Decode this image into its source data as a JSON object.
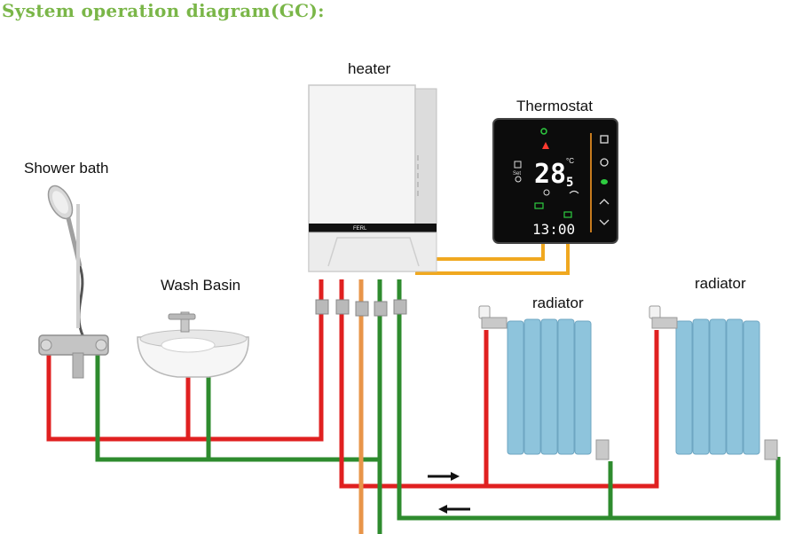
{
  "title": "System operation diagram(GC):",
  "labels": {
    "heater": "heater",
    "thermostat": "Thermostat",
    "shower": "Shower bath",
    "basin": "Wash Basin",
    "radiator_1": "radiator",
    "radiator_2": "radiator"
  },
  "thermostat_display": {
    "temperature_major": "28",
    "temperature_minor": "5",
    "unit": "°C",
    "clock": "13:00",
    "set_label": "Set"
  },
  "heater_brand": "FERL",
  "colors": {
    "hot_pipe": "#e02020",
    "return_pipe": "#2e8b2e",
    "supply_pipe": "#e8954a",
    "control_wire": "#f0a820",
    "radiator": "#8ec4dc",
    "title": "#7ab648"
  },
  "icons": [
    "flow-arrow-right-icon",
    "flow-arrow-left-icon",
    "power-icon",
    "flame-icon",
    "wifi-icon",
    "leaf-icon",
    "chevron-up-icon",
    "chevron-down-icon"
  ]
}
